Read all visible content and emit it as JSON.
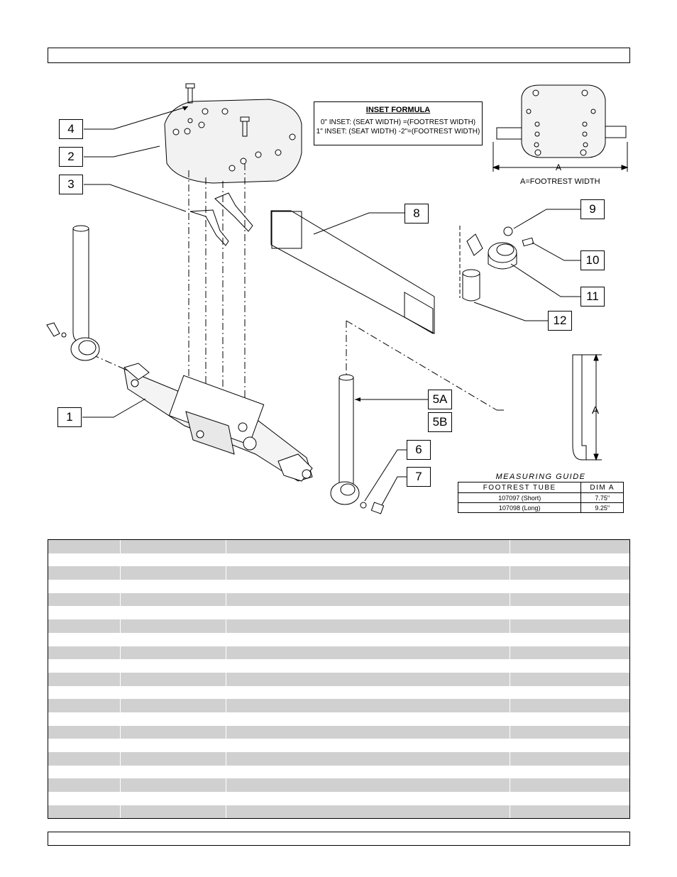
{
  "inset_formula": {
    "title": "INSET FORMULA",
    "line1": "0\" INSET: (SEAT WIDTH) =(FOOTREST WIDTH)",
    "line2": "1\" INSET: (SEAT WIDTH) -2\"=(FOOTREST WIDTH)"
  },
  "footrest_view": {
    "dim_label": "A",
    "caption": "A=FOOTREST WIDTH"
  },
  "side_dim_label": "A",
  "callouts": {
    "c4": "4",
    "c2": "2",
    "c3": "3",
    "c8": "8",
    "c9": "9",
    "c10": "10",
    "c11": "11",
    "c12": "12",
    "c1": "1",
    "c5a": "5A",
    "c5b": "5B",
    "c6": "6",
    "c7": "7"
  },
  "measuring_guide": {
    "title": "MEASURING GUIDE",
    "headers": [
      "FOOTREST TUBE",
      "DIM A"
    ],
    "rows": [
      [
        "107097 (Short)",
        "7.75\""
      ],
      [
        "107098 (Long)",
        "9.25\""
      ]
    ]
  },
  "parts_table": {
    "row_count": 21
  }
}
